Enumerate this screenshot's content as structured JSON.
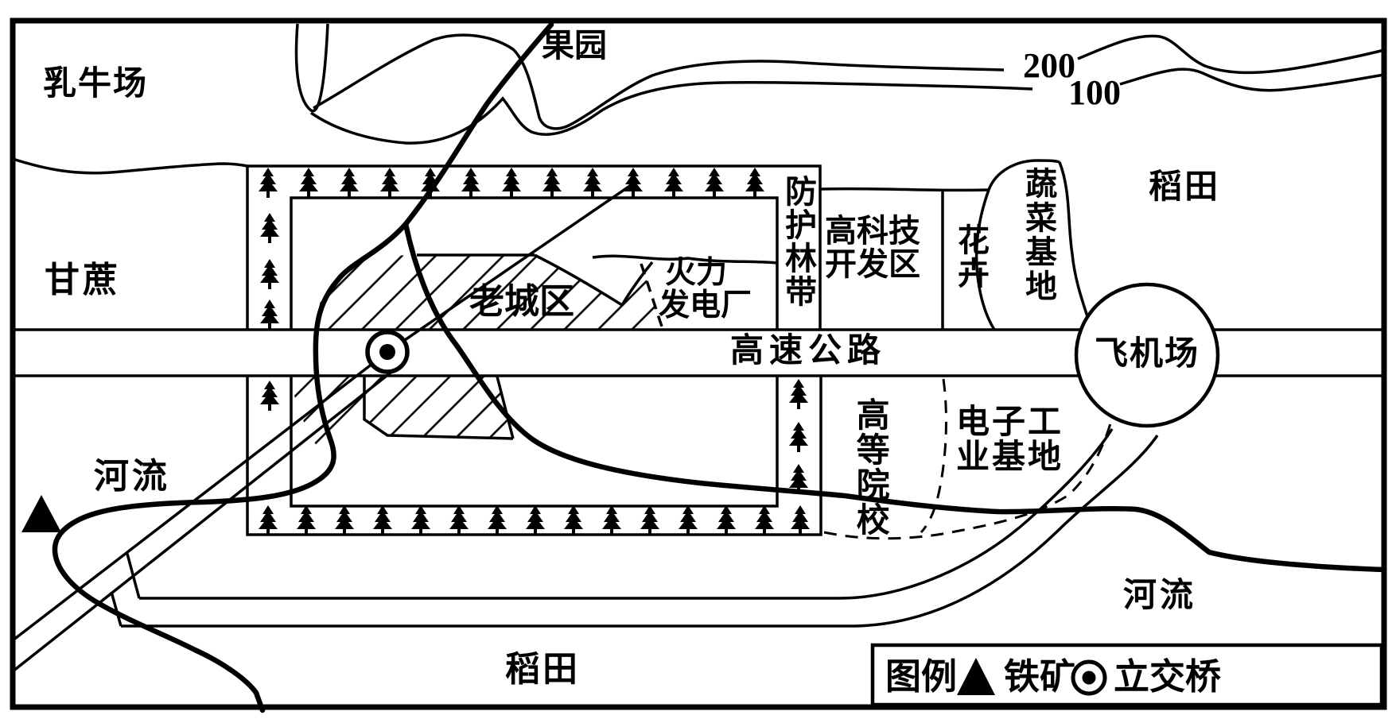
{
  "map": {
    "title_hint": "城市规划示意图",
    "colors": {
      "ink": "#000000",
      "paper": "#ffffff"
    },
    "labels": {
      "dairy_farm": "乳牛场",
      "orchard": "果园",
      "contour_200": "200",
      "contour_100": "100",
      "paddy_top_right": "稻田",
      "sugarcane": "甘蔗",
      "old_city": "老城区",
      "power_plant_line1": "火力",
      "power_plant_line2": "发电厂",
      "shelter_belt": "防护林带",
      "hightech_line1": "高科技",
      "hightech_line2": "开发区",
      "flowers": "花卉",
      "vegetable_base": "蔬菜基地",
      "expressway": "高速公路",
      "airport": "飞机场",
      "river_left": "河流",
      "colleges": "高等院校",
      "electronics_line1": "电子工",
      "electronics_line2": "业基地",
      "river_right": "河流",
      "paddy_bottom": "稻田"
    },
    "legend": {
      "title": "图例",
      "items": [
        {
          "symbol": "triangle-icon",
          "label": "铁矿"
        },
        {
          "symbol": "circle-dot-icon",
          "label": "立交桥"
        }
      ]
    }
  }
}
